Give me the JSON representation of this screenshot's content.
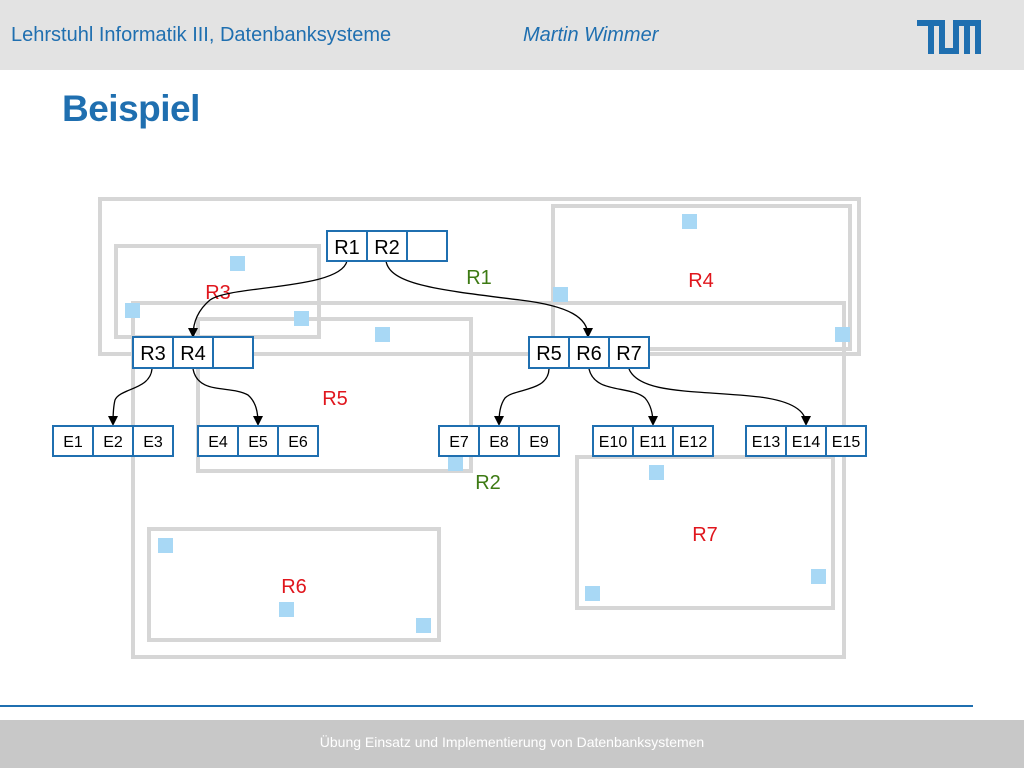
{
  "header": {
    "chair": "Lehrstuhl Informatik III, Datenbanksysteme",
    "author": "Martin Wimmer",
    "logo": "TUM"
  },
  "slide": {
    "title": "Beispiel"
  },
  "tree": {
    "root": [
      "R1",
      "R2",
      ""
    ],
    "level1": [
      [
        "R3",
        "R4",
        ""
      ],
      [
        "R5",
        "R6",
        "R7"
      ]
    ],
    "leaves": [
      [
        "E1",
        "E2",
        "E3"
      ],
      [
        "E4",
        "E5",
        "E6"
      ],
      [
        "E7",
        "E8",
        "E9"
      ],
      [
        "E10",
        "E11",
        "E12"
      ],
      [
        "E13",
        "E14",
        "E15"
      ]
    ]
  },
  "regions": {
    "R1": "R1",
    "R2": "R2",
    "R3": "R3",
    "R4": "R4",
    "R5": "R5",
    "R6": "R6",
    "R7": "R7"
  },
  "colors": {
    "accent": "#1f6fb0",
    "region_label": "#e0161d",
    "root_region_label": "#3d7a13",
    "region_border": "#d6d6d6",
    "point": "#a8d8f5"
  },
  "footer": {
    "text": "Übung Einsatz und Implementierung von Datenbanksystemen"
  }
}
